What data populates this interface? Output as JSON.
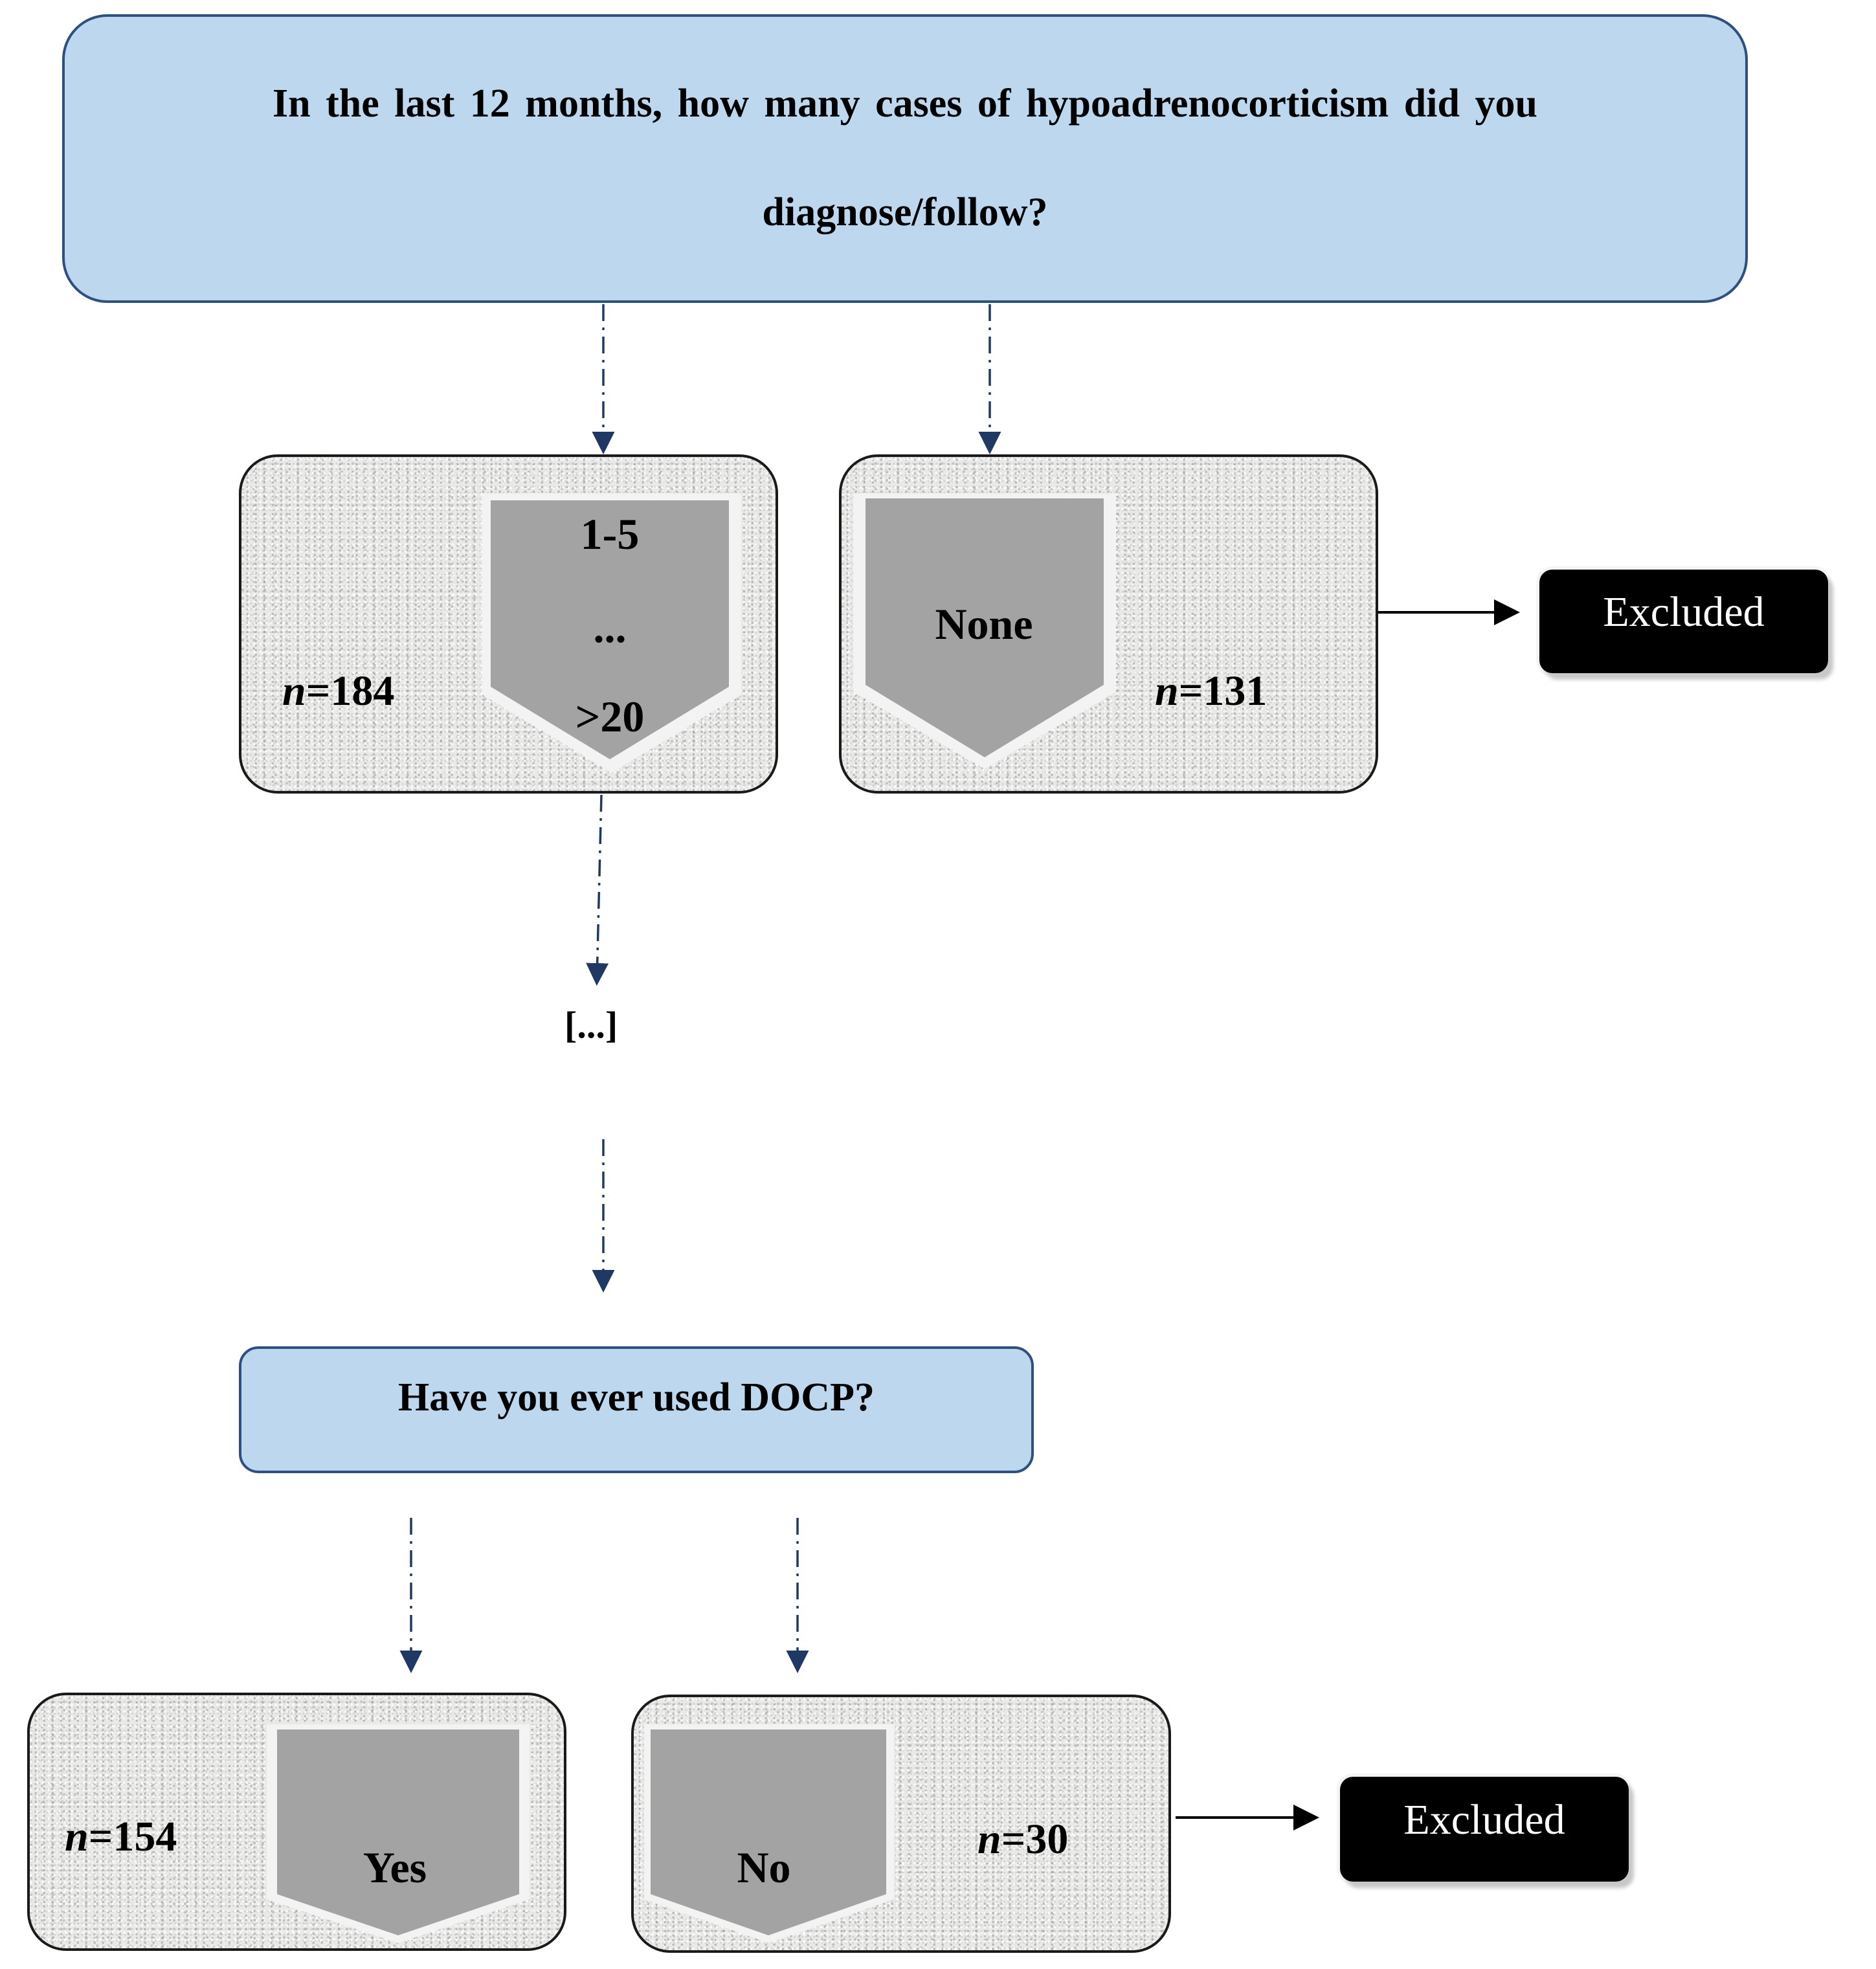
{
  "question_1": {
    "line1": "In the last 12 months, how many cases of hypoadrenocorticism did you",
    "line2": "diagnose/follow?"
  },
  "group_cases": {
    "chevron": {
      "top": "1-5",
      "middle": "...",
      "bottom": ">20"
    },
    "n_var": "n",
    "n_value": "=184"
  },
  "group_none": {
    "chevron_label": "None",
    "n_var": "n",
    "n_value": "=131"
  },
  "excluded_1": {
    "label": "Excluded"
  },
  "ellipsis": {
    "label": "[...]"
  },
  "question_2": {
    "label": "Have you ever used DOCP?"
  },
  "group_yes": {
    "chevron_label": "Yes",
    "n_var": "n",
    "n_value": "=154"
  },
  "group_no": {
    "chevron_label": "No",
    "n_var": "n",
    "n_value": "=30"
  },
  "excluded_2": {
    "label": "Excluded"
  },
  "colors": {
    "question_fill": "#bdd7ee",
    "question_border": "#2f4f7f",
    "arrow_color": "#1f3864",
    "chevron_fill": "#a3a3a3",
    "excluded_fill": "#000000"
  }
}
